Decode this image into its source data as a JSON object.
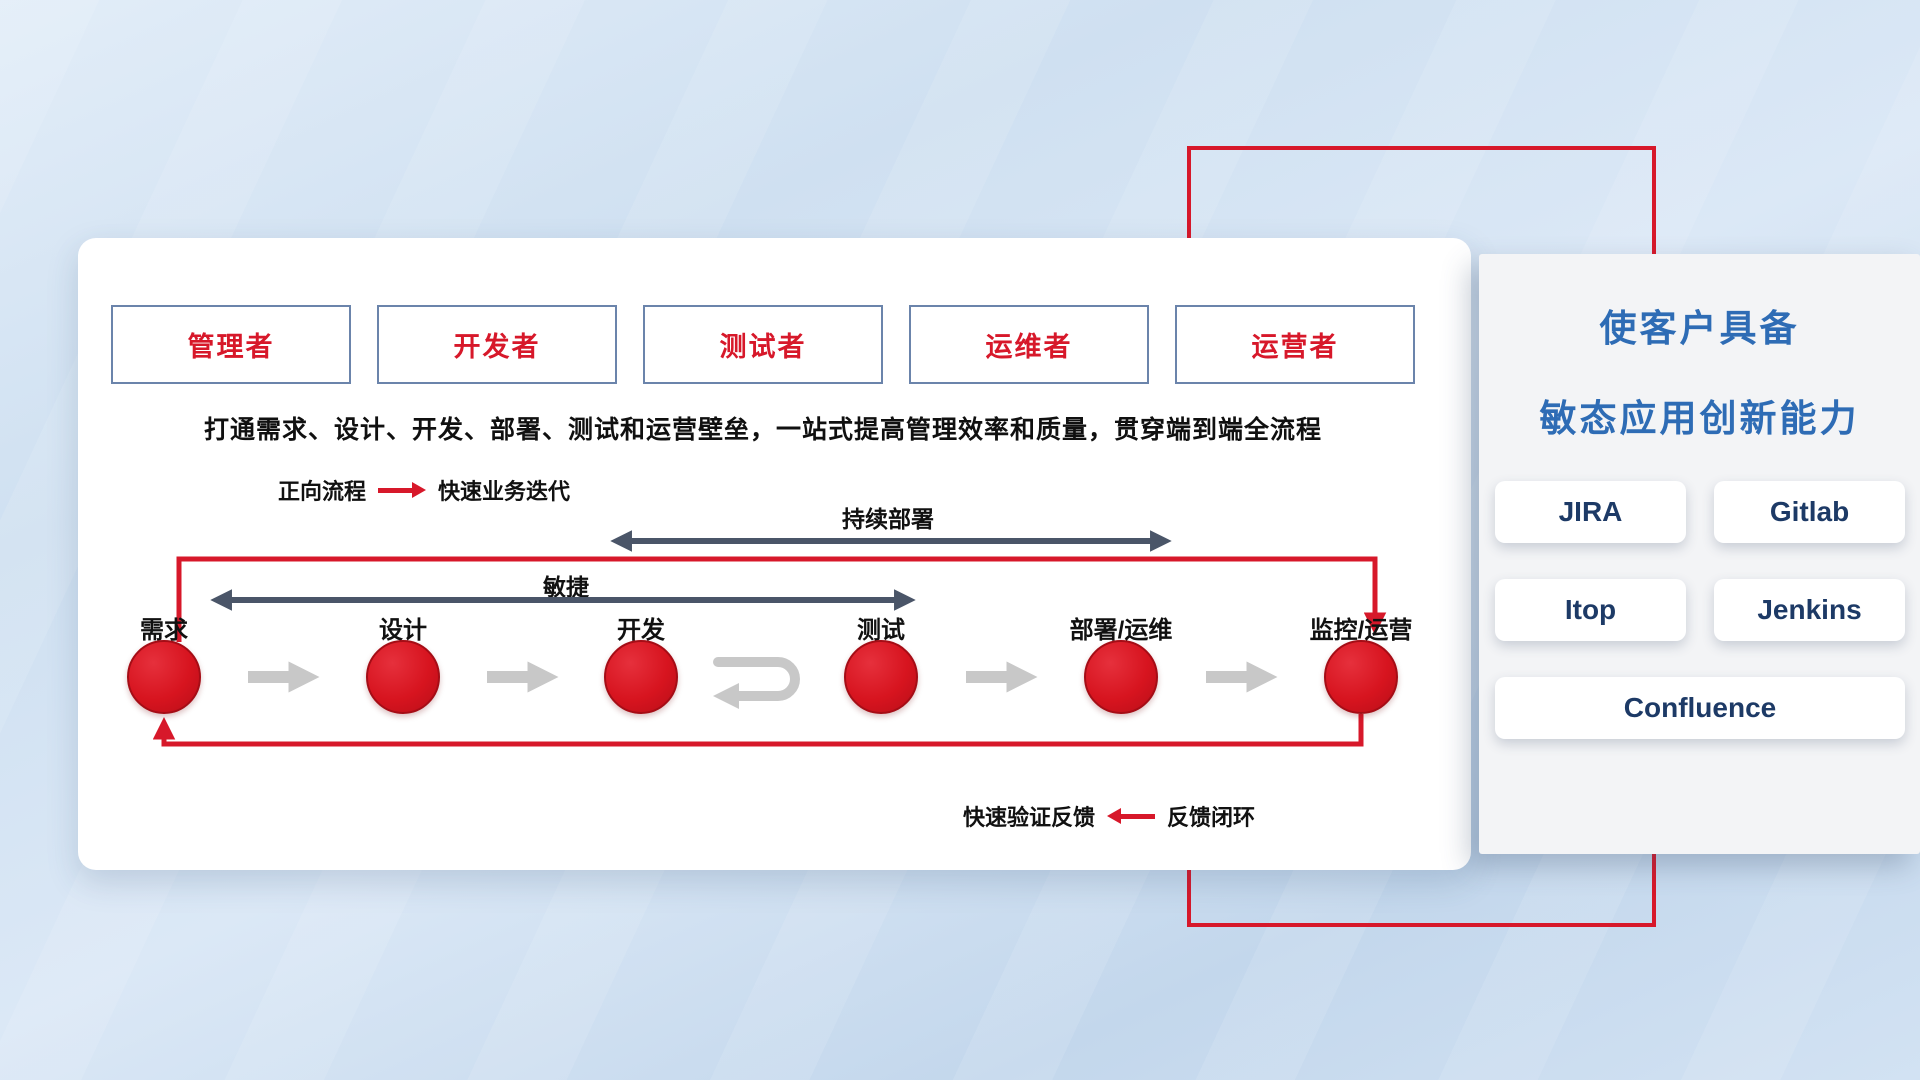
{
  "panel": {
    "roles": [
      "管理者",
      "开发者",
      "测试者",
      "运维者",
      "运营者"
    ],
    "subtitle": "打通需求、设计、开发、部署、测试和运营壁垒，一站式提高管理效率和质量，贯穿端到端全流程",
    "legend_forward": {
      "label": "正向流程",
      "value": "快速业务迭代"
    },
    "legend_feedback": {
      "label": "快速验证反馈",
      "value": "反馈闭环"
    },
    "flow": {
      "continuous_deploy_label": "持续部署",
      "agile_label": "敏捷",
      "stages": [
        "需求",
        "设计",
        "开发",
        "测试",
        "部署/运维",
        "监控/运营"
      ]
    }
  },
  "right_panel": {
    "title_line1": "使客户具备",
    "title_line2": "敏态应用创新能力",
    "tools": [
      "JIRA",
      "Gitlab",
      "Itop",
      "Jenkins",
      "Confluence"
    ]
  },
  "colors": {
    "accent_red": "#d7182a",
    "node_red": "#d7141f",
    "title_blue": "#2e6cb5",
    "tool_text_navy": "#1d3a66",
    "dark_arrow": "#4a5568",
    "gray_arrow": "#c8c8c8",
    "role_border_blue": "#6b84ab"
  }
}
